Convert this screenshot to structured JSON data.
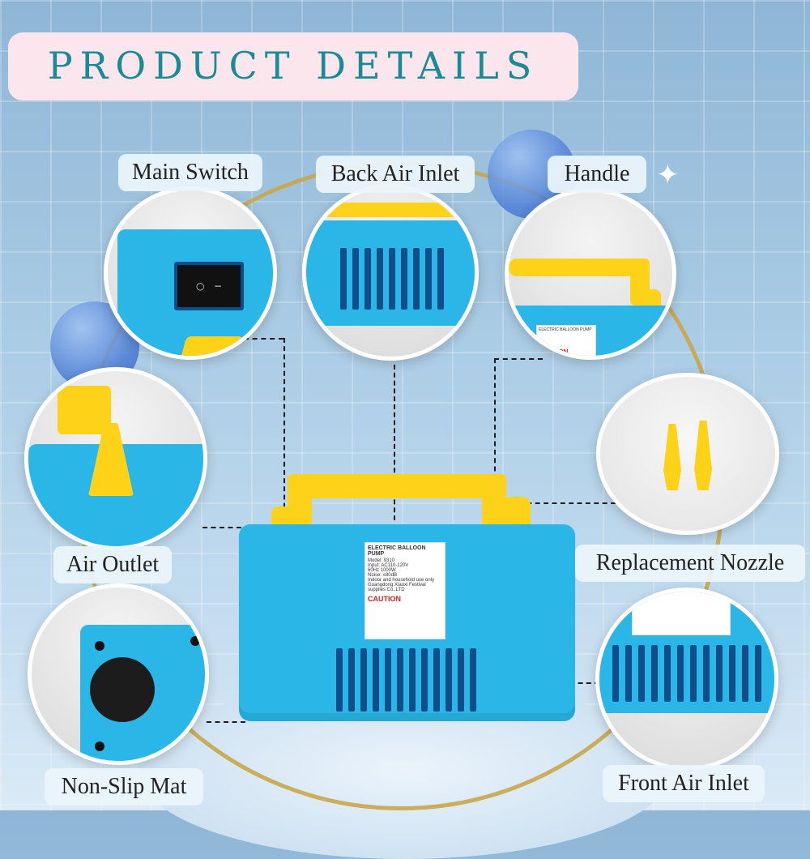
{
  "title": "PRODUCT DETAILS",
  "labels": {
    "main_switch": "Main Switch",
    "back_air_inlet": "Back Air Inlet",
    "handle": "Handle",
    "air_outlet": "Air Outlet",
    "replacement_nozzle": "Replacement Nozzle",
    "non_slip_mat": "Non-Slip Mat",
    "front_air_inlet": "Front Air Inlet"
  },
  "device_label": {
    "heading": "ELECTRIC BALLOON PUMP",
    "model": "Model: 9310",
    "caution": "CAUTION",
    "fine_lines": [
      "Input: AC110-120V",
      "60Hz 1000W",
      "Noise: ≤80dB",
      "Indoor and household use only",
      "Guangdong Xiaoxi Festival supplies Co.,LTD"
    ]
  },
  "handle_label": {
    "heading": "ELECTRIC BALLOON PUMP",
    "caution": "CAUTION"
  },
  "colors": {
    "pump_blue": "#2ab7e8",
    "accent_yellow": "#ffd21a",
    "title_teal": "#1a8a94",
    "title_bg": "#fbe6ee"
  }
}
